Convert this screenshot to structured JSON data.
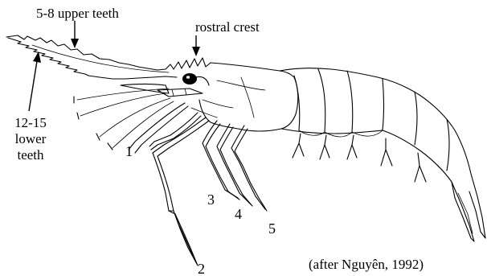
{
  "labels": {
    "upper_teeth": "5-8 upper teeth",
    "rostral_crest": "rostral crest",
    "lower_teeth_line1": "12-15",
    "lower_teeth_line2": "lower",
    "lower_teeth_line3": "teeth",
    "leg_1": "1",
    "leg_2": "2",
    "leg_3": "3",
    "leg_4": "4",
    "leg_5": "5",
    "credit": "(after Nguyên, 1992)"
  },
  "colors": {
    "ink": "#000000",
    "background": "#ffffff"
  }
}
